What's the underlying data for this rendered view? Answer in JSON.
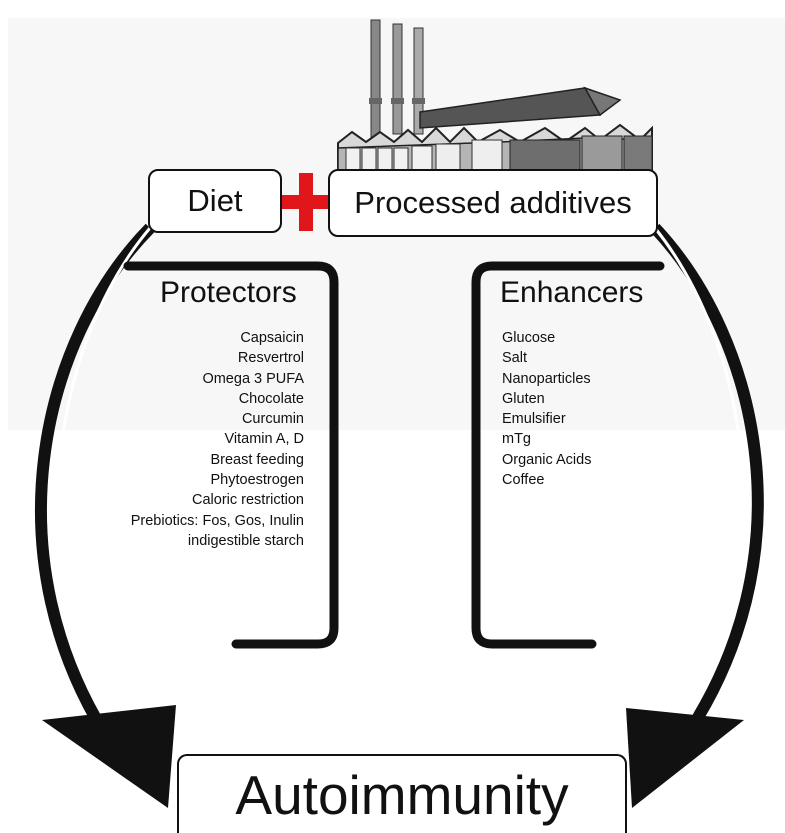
{
  "top": {
    "diet_label": "Diet",
    "processed_label": "Processed additives",
    "plus_icon": "plus-icon",
    "factory_icon": "factory-icon",
    "plus_color": "#e0161a"
  },
  "protectors": {
    "title": "Protectors",
    "items": [
      "Capsaicin",
      "Resvertrol",
      "Omega 3 PUFA",
      "Chocolate",
      "Curcumin",
      "Vitamin A, D",
      "Breast feeding",
      "Phytoestrogen",
      "Caloric restriction",
      "Prebiotics: Fos, Gos, Inulin",
      "indigestible starch"
    ]
  },
  "enhancers": {
    "title": "Enhancers",
    "items": [
      "Glucose",
      "Salt",
      "Nanoparticles",
      "Gluten",
      "Emulsifier",
      "mTg",
      "Organic Acids",
      "Coffee"
    ]
  },
  "outcome": {
    "label": "Autoimmunity"
  }
}
